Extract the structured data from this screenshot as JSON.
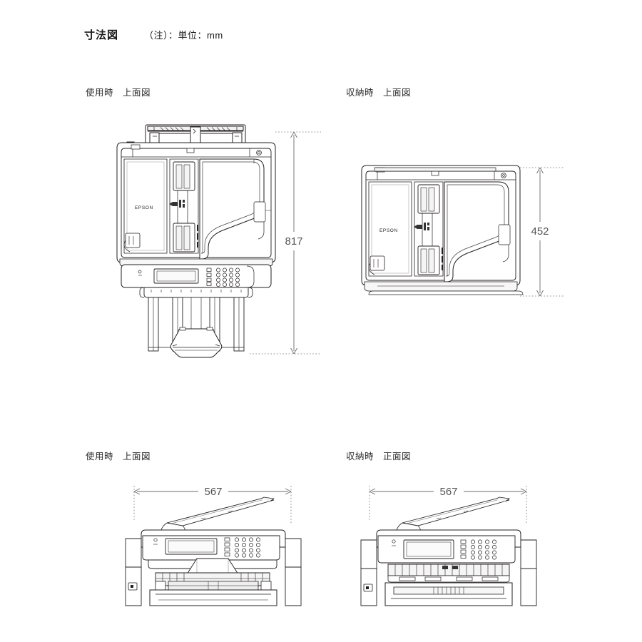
{
  "header": {
    "title": "寸法図",
    "note": "（注）：単位：mm"
  },
  "panels": {
    "top_left": {
      "caption": "使用時　上面図",
      "dimension_label": "817",
      "dimension_orientation": "vertical",
      "view": "top",
      "state": "in-use"
    },
    "top_right": {
      "caption": "収納時　上面図",
      "dimension_label": "452",
      "dimension_orientation": "vertical",
      "view": "top",
      "state": "stored"
    },
    "bottom_left": {
      "caption": "使用時　上面図",
      "dimension_label": "567",
      "dimension_orientation": "horizontal",
      "view": "front",
      "state": "in-use"
    },
    "bottom_right": {
      "caption": "収納時　正面図",
      "dimension_label": "567",
      "dimension_orientation": "horizontal",
      "view": "front",
      "state": "stored"
    }
  },
  "product": {
    "brand": "EPSON"
  },
  "colors": {
    "background": "#ffffff",
    "line": "#231f20",
    "dimension_line": "#6b6b6b",
    "text": "#2b2b2b",
    "fill_light": "#fdfdfd",
    "fill_shade": "#f1f1f1"
  }
}
